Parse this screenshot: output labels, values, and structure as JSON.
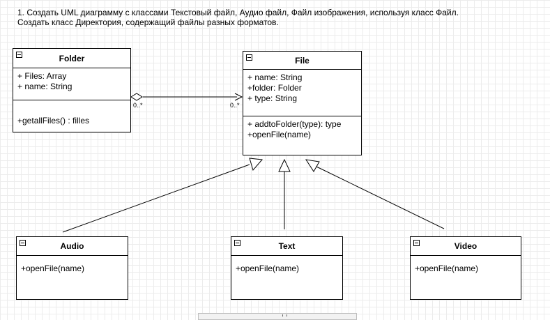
{
  "task": {
    "line1": "1. Создать UML диаграмму с классами Текстовый файл, Аудио файл, Файл изображения, используя класс Файл.",
    "line2": "Создать класс Директория,  содержащий файлы разных форматов."
  },
  "classes": {
    "folder": {
      "name": "Folder",
      "attributes": [
        "+ Files: Array",
        "+ name: String"
      ],
      "methods": [
        "+getallFiles() : filles"
      ]
    },
    "file": {
      "name": "File",
      "attributes": [
        "+ name: String",
        "+folder: Folder",
        "+ type: String"
      ],
      "methods": [
        "+ addtoFolder(type): type",
        "+openFile(name)"
      ]
    },
    "audio": {
      "name": "Audio",
      "methods": [
        "+openFile(name)"
      ]
    },
    "text": {
      "name": "Text",
      "methods": [
        "+openFile(name)"
      ]
    },
    "video": {
      "name": "Video",
      "methods": [
        "+openFile(name)"
      ]
    }
  },
  "association": {
    "source_multiplicity": "0..*",
    "target_multiplicity": "0..*"
  }
}
